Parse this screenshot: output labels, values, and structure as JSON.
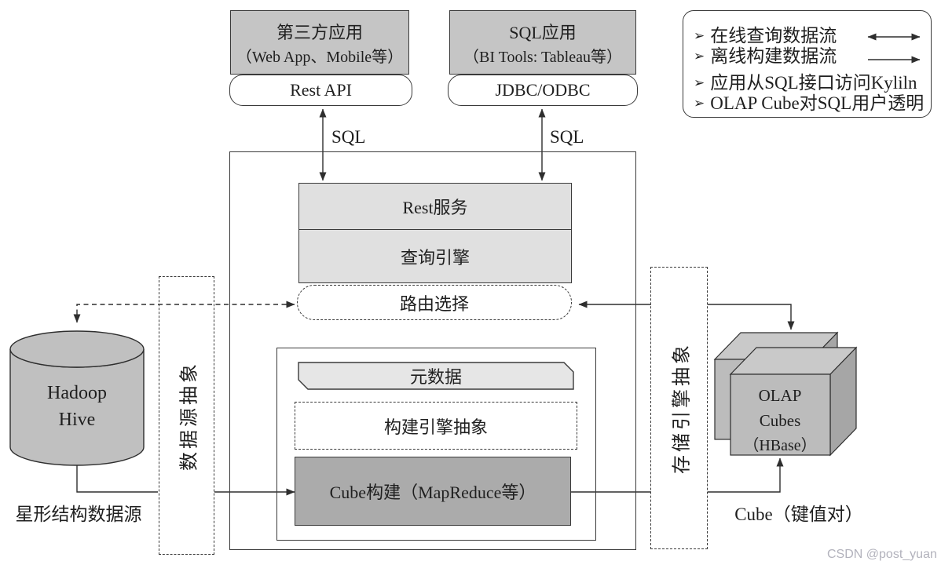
{
  "colors": {
    "app_box_gray": "#c5c5c5",
    "service_panel_gray": "#e0e0e0",
    "metadata_gray": "#e6e6e6",
    "cube_build_gray": "#ababab",
    "cylinder_gray": "#c0c0c0",
    "line_color": "#2e2e2e",
    "watermark_color": "#b2b2bc"
  },
  "top": {
    "third_party": {
      "title": "第三方应用",
      "subtitle": "（Web App、Mobile等）",
      "port": "Rest API"
    },
    "sql_app": {
      "title": "SQL应用",
      "subtitle": "（BI Tools: Tableau等）",
      "port": "JDBC/ODBC"
    },
    "sql_left": "SQL",
    "sql_right": "SQL"
  },
  "legend": {
    "items": [
      {
        "bullet": "➢",
        "text": "在线查询数据流"
      },
      {
        "bullet": "➢",
        "text": "离线构建数据流"
      },
      {
        "bullet": "➢",
        "text": "应用从SQL接口访问Kyliln"
      },
      {
        "bullet": "➢",
        "text": "OLAP Cube对SQL用户透明"
      }
    ]
  },
  "core": {
    "rest_service": "Rest服务",
    "query_engine": "查询引擎",
    "routing": "路由选择",
    "metadata": "元数据",
    "build_engine": "构建引擎抽象",
    "cube_build": "Cube构建（MapReduce等）"
  },
  "left": {
    "abstraction": "数据源抽象",
    "hive_line1": "Hadoop",
    "hive_line2": "Hive",
    "caption": "星形结构数据源"
  },
  "right": {
    "abstraction": "存储引擎抽象",
    "olap_line1": "OLAP",
    "olap_line2": "Cubes",
    "olap_line3": "（HBase）",
    "caption": "Cube（键值对）"
  },
  "watermark": "CSDN @post_yuan"
}
